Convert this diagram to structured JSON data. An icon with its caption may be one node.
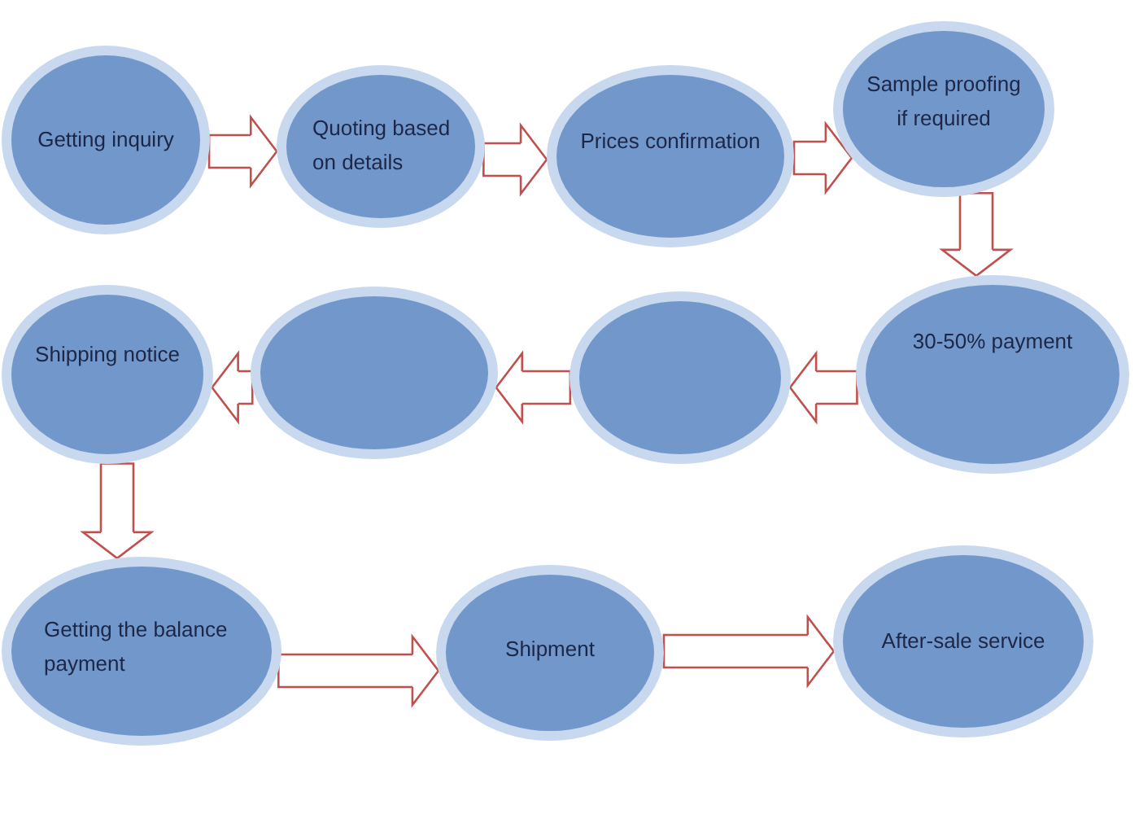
{
  "diagram": {
    "nodes": [
      {
        "text": [
          "Getting inquiry"
        ]
      },
      {
        "text": [
          "Quoting based on details"
        ]
      },
      {
        "text": [
          "Prices confirmation"
        ]
      },
      {
        "text": [
          "Sample proofing if required"
        ]
      },
      {
        "text": [
          "Shipping notice"
        ]
      },
      {
        "text": [],
        "shape": "ellipse"
      },
      {
        "text": [],
        "shape": "ellipse"
      },
      {
        "text": [
          "30-50% payment"
        ]
      },
      {
        "text": [
          "Getting the balance payment"
        ]
      },
      {
        "text": [
          "Shipment"
        ]
      },
      {
        "text": [
          "After-sale service"
        ]
      }
    ],
    "edges": [
      {
        "from": 0,
        "to": 1,
        "arrow": "to"
      },
      {
        "from": 1,
        "to": 2,
        "arrow": "to"
      },
      {
        "from": 2,
        "to": 3,
        "arrow": "to"
      },
      {
        "from": 3,
        "to": 7,
        "arrow": "to"
      },
      {
        "from": 7,
        "to": 6,
        "arrow": "to"
      },
      {
        "from": 6,
        "to": 5,
        "arrow": "to"
      },
      {
        "from": 5,
        "to": 4,
        "arrow": "to"
      },
      {
        "from": 4,
        "to": 8,
        "arrow": "to"
      },
      {
        "from": 8,
        "to": 9,
        "arrow": "to"
      },
      {
        "from": 9,
        "to": 10,
        "arrow": "to"
      }
    ]
  }
}
